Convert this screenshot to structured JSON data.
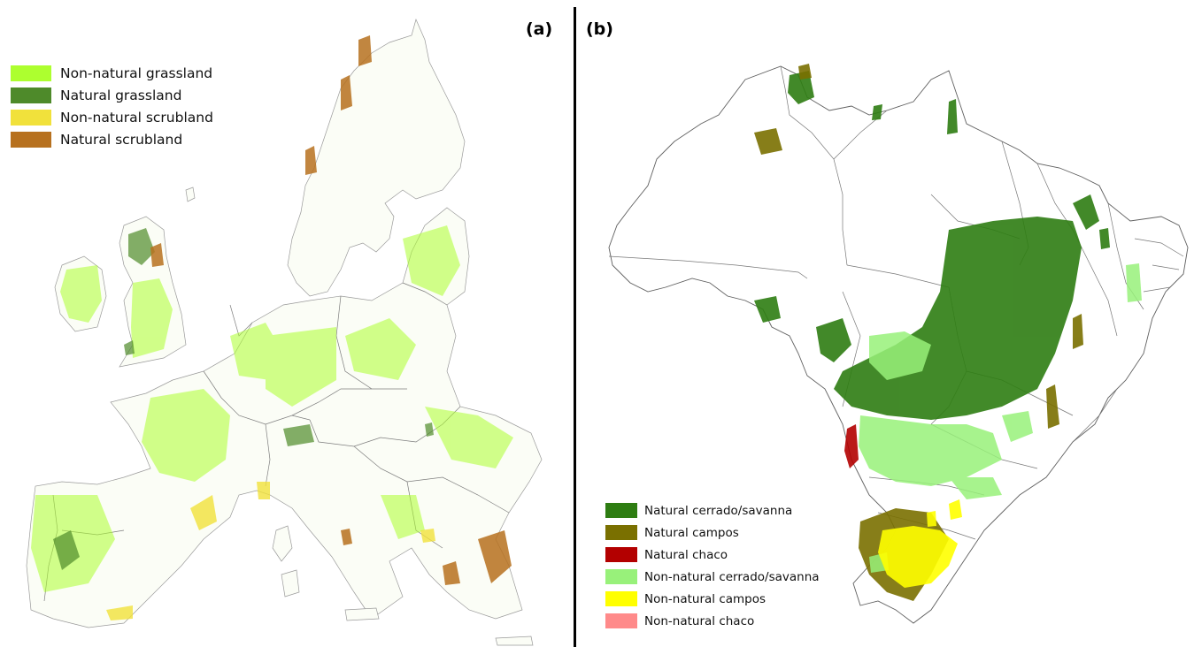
{
  "panel_a": {
    "label": "(a)",
    "legend": [
      {
        "label": "Non-natural grassland",
        "color": "#adff2f"
      },
      {
        "label": "Natural grassland",
        "color": "#4e8a2a"
      },
      {
        "label": "Non-natural scrubland",
        "color": "#f1e13b"
      },
      {
        "label": "Natural scrubland",
        "color": "#b7711f"
      }
    ]
  },
  "panel_b": {
    "label": "(b)",
    "legend": [
      {
        "label": "Natural cerrado/savanna",
        "color": "#2e7d12"
      },
      {
        "label": "Natural campos",
        "color": "#7a7000"
      },
      {
        "label": "Natural chaco",
        "color": "#b30000"
      },
      {
        "label": "Non-natural cerrado/savanna",
        "color": "#98f17a"
      },
      {
        "label": "Non-natural campos",
        "color": "#ffff00"
      },
      {
        "label": "Non-natural chaco",
        "color": "#ff8a8a"
      }
    ]
  }
}
